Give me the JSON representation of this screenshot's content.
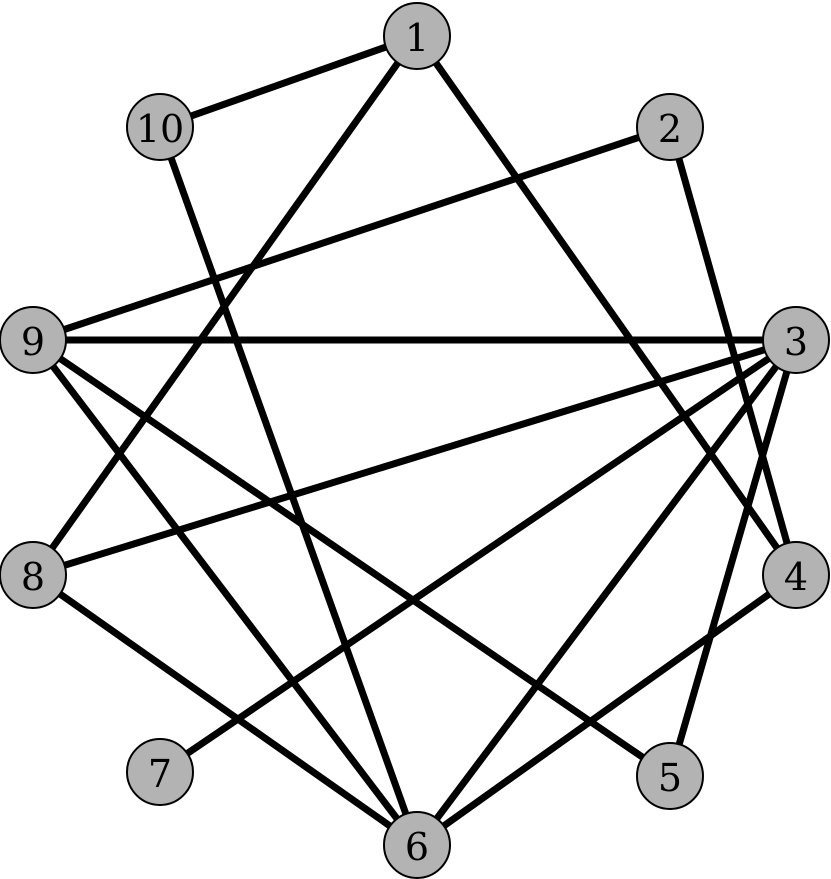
{
  "colors": {
    "node_fill": "#b3b3b3",
    "node_stroke": "#000000",
    "edge": "#000000",
    "background": "#ffffff"
  },
  "graph": {
    "nodes": [
      {
        "id": "1",
        "label": "1"
      },
      {
        "id": "2",
        "label": "2"
      },
      {
        "id": "3",
        "label": "3"
      },
      {
        "id": "4",
        "label": "4"
      },
      {
        "id": "5",
        "label": "5"
      },
      {
        "id": "6",
        "label": "6"
      },
      {
        "id": "7",
        "label": "7"
      },
      {
        "id": "8",
        "label": "8"
      },
      {
        "id": "9",
        "label": "9"
      },
      {
        "id": "10",
        "label": "10"
      }
    ],
    "edges": [
      [
        "1",
        "10"
      ],
      [
        "1",
        "8"
      ],
      [
        "1",
        "4"
      ],
      [
        "2",
        "9"
      ],
      [
        "2",
        "4"
      ],
      [
        "3",
        "9"
      ],
      [
        "3",
        "8"
      ],
      [
        "3",
        "7"
      ],
      [
        "3",
        "6"
      ],
      [
        "3",
        "5"
      ],
      [
        "4",
        "6"
      ],
      [
        "5",
        "9"
      ],
      [
        "6",
        "10"
      ],
      [
        "6",
        "9"
      ],
      [
        "6",
        "8"
      ]
    ]
  }
}
